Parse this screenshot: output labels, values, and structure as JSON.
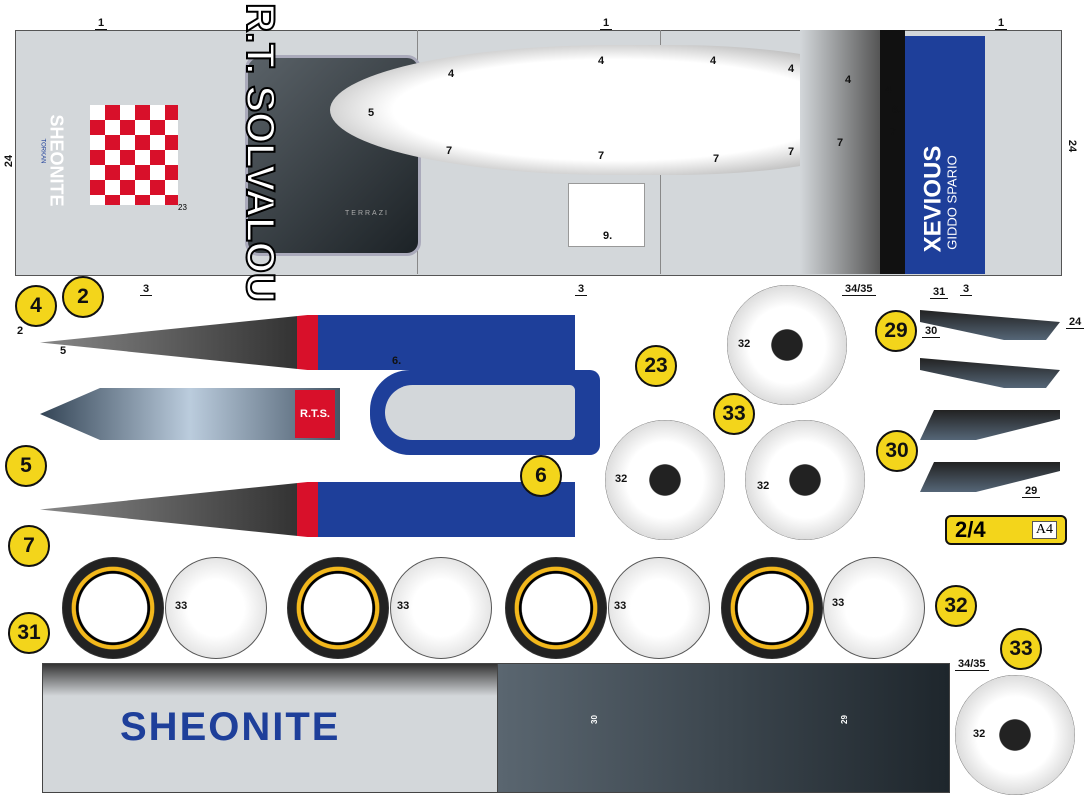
{
  "top_panel": {
    "part_labels": [
      "1",
      "1",
      "1",
      "24",
      "24",
      "3",
      "3",
      "3"
    ],
    "body_numbers": [
      "4",
      "4",
      "4",
      "4",
      "4",
      "4",
      "5",
      "6.",
      "7",
      "7",
      "7",
      "7",
      "7",
      "7",
      "9."
    ],
    "decal_title": "R.T. SOLVALOU",
    "decal_sponsor": "SHEONITE",
    "decal_small": "TORKAN",
    "engine_brand": "TERRAZI",
    "side_title": "XEVIOUS",
    "side_driver": "GIDDO SPARIO",
    "small_tab": "23"
  },
  "badges": [
    "4",
    "2",
    "5",
    "7",
    "6",
    "23",
    "33",
    "29",
    "30",
    "31",
    "32",
    "33"
  ],
  "fuselage": {
    "labels": [
      "2",
      "5",
      "6.",
      "R.T.S."
    ]
  },
  "wheels": {
    "outer_label": "34/35",
    "hub_label": "32",
    "disc_label": "33"
  },
  "arms": {
    "labels": [
      "31",
      "30",
      "29",
      "24"
    ]
  },
  "page_indicator": {
    "page": "2/4",
    "paper": "A4"
  },
  "bottom_panel": {
    "logo": "SHEONITE",
    "tab_labels": [
      "30",
      "29"
    ]
  },
  "colors": {
    "yellow": "#f3d51b",
    "blue": "#1e3f9a",
    "red": "#d8102a"
  }
}
